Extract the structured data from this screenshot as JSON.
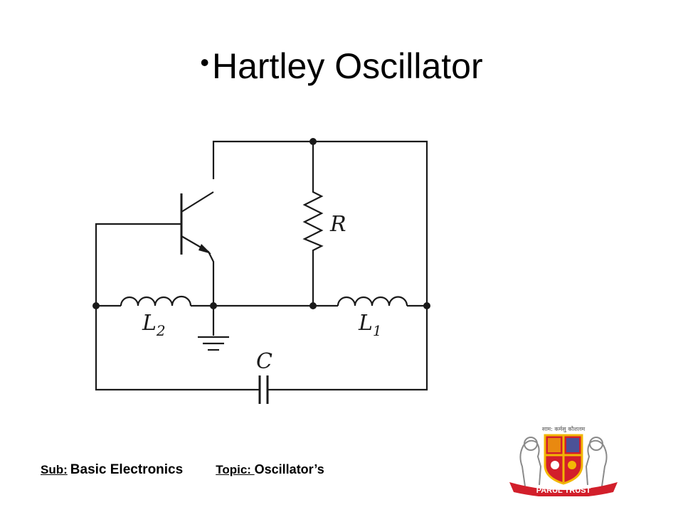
{
  "slide": {
    "title": "Hartley Oscillator",
    "bullet": "•"
  },
  "diagram": {
    "labels": {
      "resistor": "R",
      "inductor_left": "L",
      "inductor_left_sub": "2",
      "inductor_right": "L",
      "inductor_right_sub": "1",
      "capacitor": "C"
    }
  },
  "footer": {
    "sub_label": "Sub:",
    "sub_value": "Basic Electronics",
    "topic_label": "Topic: ",
    "topic_value": "Oscillator’s"
  },
  "logo": {
    "banner_text": "PARUL TRUST",
    "motto_text": "साम: कर्मसु कौशलम",
    "colors": {
      "red": "#d21f2b",
      "gold": "#f2b705",
      "blue": "#2b5fb3",
      "gray": "#8a8a8a"
    }
  }
}
